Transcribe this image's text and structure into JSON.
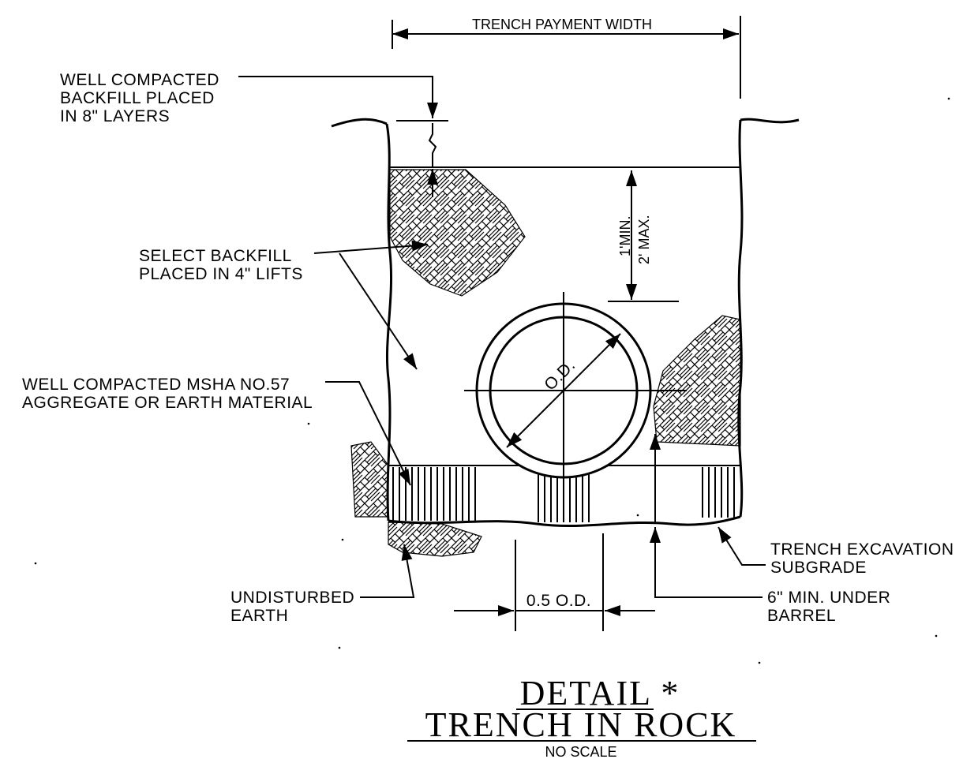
{
  "labels": {
    "payment_width": "TRENCH PAYMENT WIDTH",
    "backfill_8": [
      "WELL COMPACTED",
      "BACKFILL PLACED",
      "IN 8\" LAYERS"
    ],
    "select_backfill": [
      "SELECT BACKFILL",
      "PLACED IN 4\" LIFTS"
    ],
    "msha": [
      "WELL COMPACTED MSHA NO.57",
      "AGGREGATE OR EARTH MATERIAL"
    ],
    "undisturbed": [
      "UNDISTURBED",
      "EARTH"
    ],
    "trench_excavation": [
      "TRENCH EXCAVATION",
      "SUBGRADE"
    ],
    "six_min": [
      "6\" MIN. UNDER",
      "BARREL"
    ],
    "half_od": "0.5 O.D.",
    "od": "O.D.",
    "depth_min": "1'MIN.",
    "depth_max": "2' MAX."
  },
  "title": {
    "line1": "DETAIL *",
    "line2": "TRENCH IN ROCK",
    "scale": "NO SCALE"
  }
}
